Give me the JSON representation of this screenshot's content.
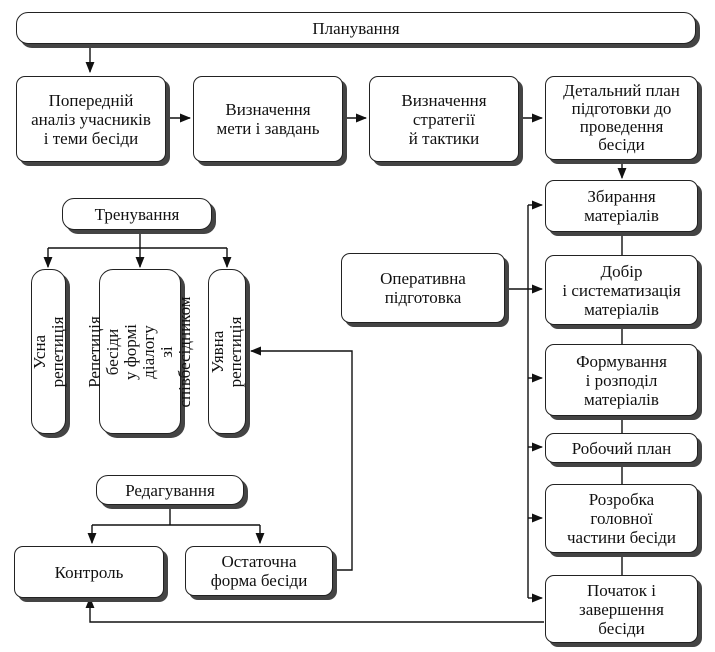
{
  "top": "Планування",
  "row1": [
    "Попередній\nаналіз учасників\nі теми бесіди",
    "Визначення\nмети і завдань",
    "Визначення\nстратегії\nй тактики",
    "Детальний план\nпідготовки до\nпроведення\nбесіди"
  ],
  "training": "Тренування",
  "repetitions": [
    "Усна репетиція",
    "Репетиція бесіди\nу формі діалогу\nзі співбесідником",
    "Уявна репетиція"
  ],
  "operative": "Оперативна\nпідготовка",
  "right_column": [
    "Збирання\nматеріалів",
    "Добір\nі систематизація\nматеріалів",
    "Формування\nі розподіл\nматеріалів",
    "Робочий план",
    "Розробка\nголовної\nчастини бесіди",
    "Початок і\nзавершення\nбесіди"
  ],
  "editing": "Редагування",
  "control": "Контроль",
  "final_form": "Остаточна\nформа бесіди"
}
